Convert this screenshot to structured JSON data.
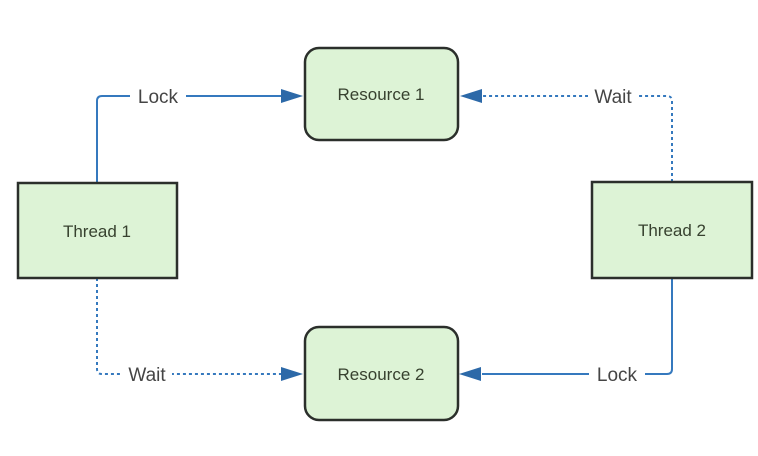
{
  "diagram": {
    "type": "deadlock-diagram",
    "colors": {
      "node_fill": "#ddf3d6",
      "node_border": "#2b2f2b",
      "edge_blue": "#3579be",
      "arrowhead_blue": "#2c69a8",
      "node_text": "#37412f",
      "edge_label_text": "#454545",
      "background": "#ffffff"
    },
    "nodes": {
      "resource1": {
        "label": "Resource 1",
        "shape": "rounded-rectangle"
      },
      "resource2": {
        "label": "Resource 2",
        "shape": "rounded-rectangle"
      },
      "thread1": {
        "label": "Thread 1",
        "shape": "rectangle"
      },
      "thread2": {
        "label": "Thread 2",
        "shape": "rectangle"
      }
    },
    "edges": {
      "thread1_to_resource1": {
        "label": "Lock",
        "style": "solid",
        "from": "Thread 1",
        "to": "Resource 1"
      },
      "thread2_to_resource1": {
        "label": "Wait",
        "style": "dashed",
        "from": "Thread 2",
        "to": "Resource 1"
      },
      "thread1_to_resource2": {
        "label": "Wait",
        "style": "dashed",
        "from": "Thread 1",
        "to": "Resource 2"
      },
      "thread2_to_resource2": {
        "label": "Lock",
        "style": "solid",
        "from": "Thread 2",
        "to": "Resource 2"
      }
    }
  }
}
